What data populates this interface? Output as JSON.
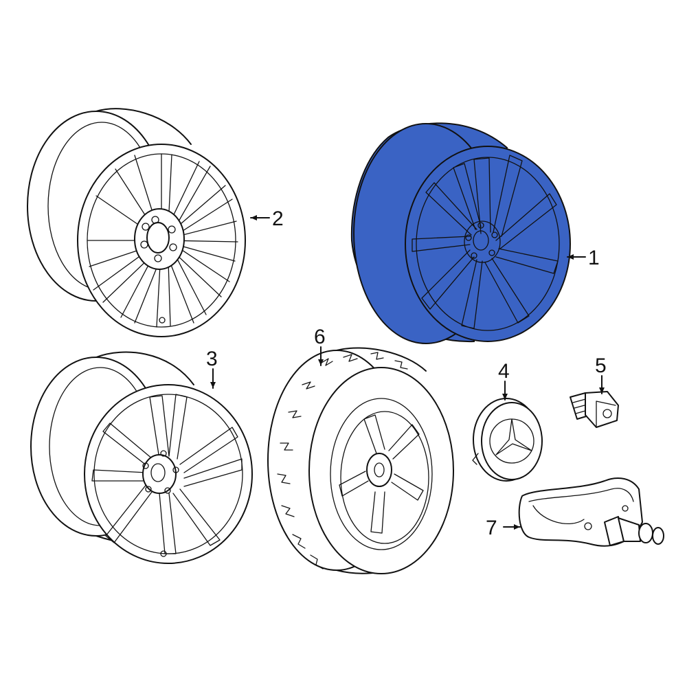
{
  "diagram": {
    "colors": {
      "highlight_fill": "#3a63c4",
      "line": "#111111",
      "background": "#ffffff"
    },
    "callouts": [
      {
        "id": "1",
        "label": "1"
      },
      {
        "id": "2",
        "label": "2"
      },
      {
        "id": "3",
        "label": "3"
      },
      {
        "id": "4",
        "label": "4"
      },
      {
        "id": "5",
        "label": "5"
      },
      {
        "id": "6",
        "label": "6"
      },
      {
        "id": "7",
        "label": "7"
      }
    ]
  }
}
